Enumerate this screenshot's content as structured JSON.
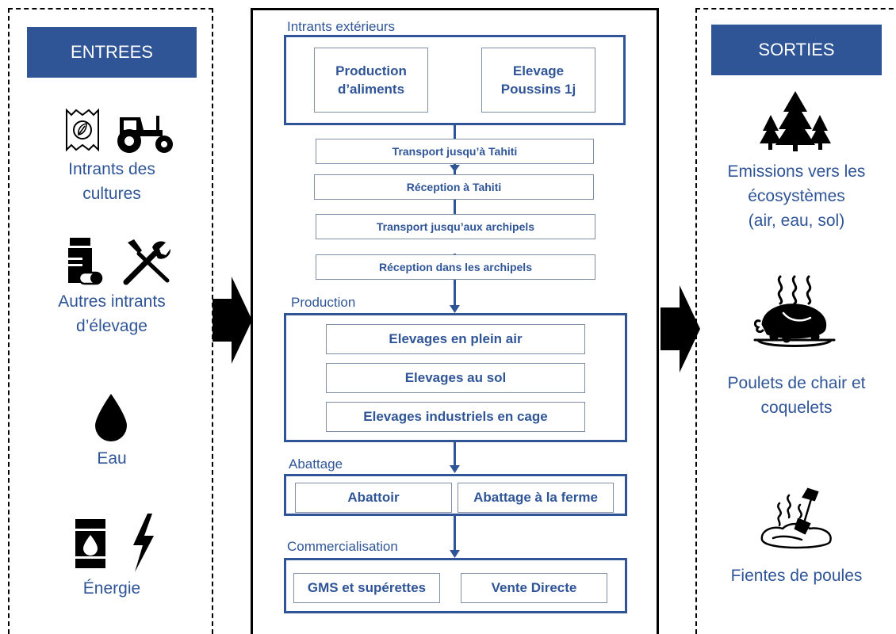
{
  "entrees": {
    "header": "ENTREES",
    "items": [
      {
        "label_lines": [
          "Intrants des",
          "cultures"
        ],
        "icons": [
          "seed-bag-icon",
          "tractor-icon"
        ]
      },
      {
        "label_lines": [
          "Autres intrants",
          "d’élevage"
        ],
        "icons": [
          "medicine-bottle-icon",
          "tools-icon"
        ]
      },
      {
        "label_lines": [
          "Eau"
        ],
        "icons": [
          "water-drop-icon"
        ]
      },
      {
        "label_lines": [
          "Énergie"
        ],
        "icons": [
          "oil-barrel-icon",
          "lightning-icon"
        ]
      }
    ]
  },
  "sorties": {
    "header": "SORTIES",
    "items": [
      {
        "label_lines": [
          "Emissions vers les",
          "écosystèmes",
          "(air, eau, sol)"
        ],
        "icons": [
          "trees-icon"
        ]
      },
      {
        "label_lines": [
          "Poulets de chair et",
          "coquelets"
        ],
        "icons": [
          "roast-chicken-icon"
        ]
      },
      {
        "label_lines": [
          "Fientes de poules"
        ],
        "icons": [
          "manure-shovel-icon"
        ]
      }
    ]
  },
  "chain": {
    "intrants_exterieurs": {
      "label": "Intrants extérieurs",
      "boxes": [
        {
          "lines": [
            "Production",
            "d’aliments"
          ]
        },
        {
          "lines": [
            "Elevage",
            "Poussins 1j"
          ]
        }
      ]
    },
    "steps": [
      "Transport jusqu’à Tahiti",
      "Réception à Tahiti",
      "Transport jusqu’aux archipels",
      "Réception dans les archipels"
    ],
    "production": {
      "label": "Production",
      "boxes": [
        "Elevages en plein air",
        "Elevages au sol",
        "Elevages industriels en cage"
      ]
    },
    "abattage": {
      "label": "Abattage",
      "boxes": [
        "Abattoir",
        "Abattage à la ferme"
      ]
    },
    "commercialisation": {
      "label": "Commercialisation",
      "boxes": [
        "GMS et supérettes",
        "Vente Directe"
      ]
    }
  },
  "colors": {
    "accent": "#2F5597",
    "border": "#000000",
    "inner_border": "#7F8FA6"
  }
}
